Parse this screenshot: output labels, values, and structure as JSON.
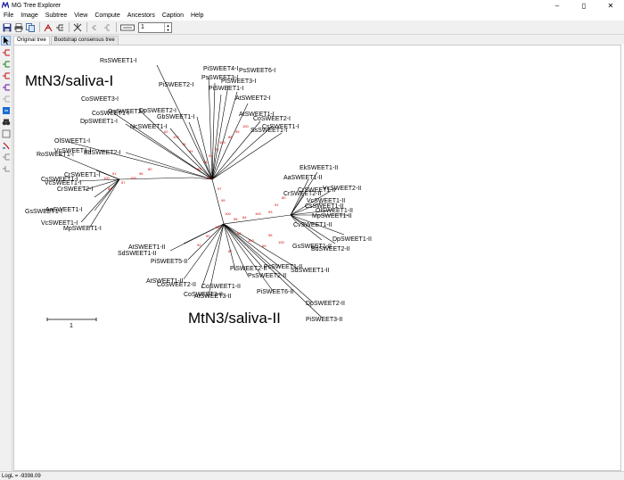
{
  "window": {
    "title": "MG Tree Explorer",
    "minimize": "–",
    "maximize": "▯",
    "close": "✕"
  },
  "menu": [
    "File",
    "Image",
    "Subtree",
    "View",
    "Compute",
    "Ancestors",
    "Caption",
    "Help"
  ],
  "toolbar": {
    "icons": [
      "save-icon",
      "print-icon",
      "copy-icon",
      "root-icon",
      "tree-style-icon",
      "subtree-icon",
      "topology-icon",
      "pointer-icon",
      "font-icon"
    ],
    "font_size_value": "1"
  },
  "left_toolbar": {
    "icons": [
      "pointer-icon",
      "flip-icon",
      "root-icon",
      "compress-icon",
      "swap-icon",
      "grey-icon",
      "taxa-icon",
      "binoculars-icon",
      "box-icon",
      "sort-icon",
      "ruler-icon",
      "tool-icon"
    ]
  },
  "tabs": [
    "Original tree",
    "Bootstrap consensus tree"
  ],
  "tree": {
    "clade_labels": {
      "upper": "MtN3/saliva-I",
      "lower": "MtN3/saliva-II"
    },
    "scale_label": "1",
    "leaves": [
      "RsSWEET1-I",
      "PiSWEET4-I",
      "PsSWEET3-I",
      "PsSWEET6-I",
      "PiSWEET3-I",
      "PiSWEET2-I",
      "PiSWEET1-I",
      "AtSWEET2-I",
      "CoSWEET3-I",
      "DpSWEET2-I",
      "GbSWEET1-I",
      "CoSWEET1-I",
      "OsSWEET2-I",
      "NcSWEET1-I",
      "DpSWEET1-I",
      "AtSWEET1-I",
      "CoSWEET2-I",
      "CsSWEET1-I",
      "SsSWEET1-I",
      "OlSWEET1-I",
      "VcSWEET1-I",
      "RoSWEET1-I",
      "BdSWEET2-I",
      "CrSWEET1-I",
      "CsSWEET1-I",
      "VcSWEET1-I",
      "CrSWEET2-I",
      "GsSWEET1-I",
      "AaSWEET1-I",
      "VcSWEET1-I",
      "MpSWEET1-I",
      "EkSWEET1-II",
      "AaSWEET1-II",
      "CrSWEET1-II",
      "VcSWEET2-II",
      "CrSWEET2-II",
      "VcSWEET1-II",
      "CsSWEET1-II",
      "OlSWEET1-II",
      "MpSWEET1-II",
      "CvSWEET1-II",
      "DpSWEET1-II",
      "GsSWEET1-II",
      "BdSWEET2-II",
      "AtSWEET1-II",
      "SdSWEET1-II",
      "PiSWEET5-II",
      "AtSWEET1-II",
      "PiSWEET2-II",
      "SdSWEET1-II",
      "PsSWEET2-II",
      "PsSWEET1-II",
      "PiSWEET6-II",
      "DpSWEET2-II",
      "PiSWEET3-II",
      "CoSWEET1-II",
      "CoSWEET2-II",
      "CoSWEET3-II",
      "AtSWEET3-II"
    ]
  },
  "status": {
    "logl": "LogL = -9398.09"
  }
}
